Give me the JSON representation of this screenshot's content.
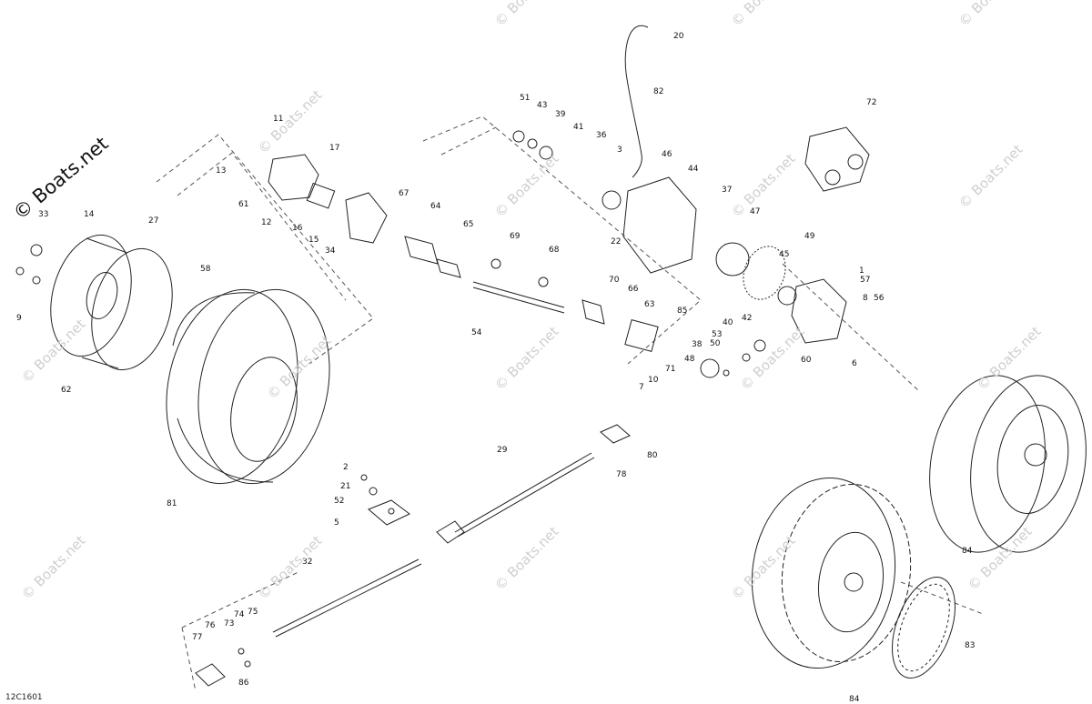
{
  "watermark": {
    "main": "© Boats.net",
    "repeat": "© Boats.net"
  },
  "drawing_code": "12C1601",
  "callouts": [
    "1",
    "2",
    "3",
    "5",
    "6",
    "7",
    "8",
    "9",
    "10",
    "11",
    "12",
    "13",
    "14",
    "15",
    "16",
    "17",
    "20",
    "21",
    "22",
    "27",
    "29",
    "32",
    "33",
    "34",
    "36",
    "37",
    "38",
    "39",
    "40",
    "41",
    "42",
    "43",
    "44",
    "45",
    "46",
    "47",
    "48",
    "49",
    "50",
    "51",
    "52",
    "53",
    "54",
    "56",
    "57",
    "58",
    "60",
    "61",
    "62",
    "63",
    "64",
    "65",
    "66",
    "67",
    "68",
    "69",
    "70",
    "71",
    "72",
    "73",
    "74",
    "75",
    "76",
    "77",
    "78",
    "80",
    "81",
    "82",
    "83",
    "84",
    "85",
    "86"
  ]
}
